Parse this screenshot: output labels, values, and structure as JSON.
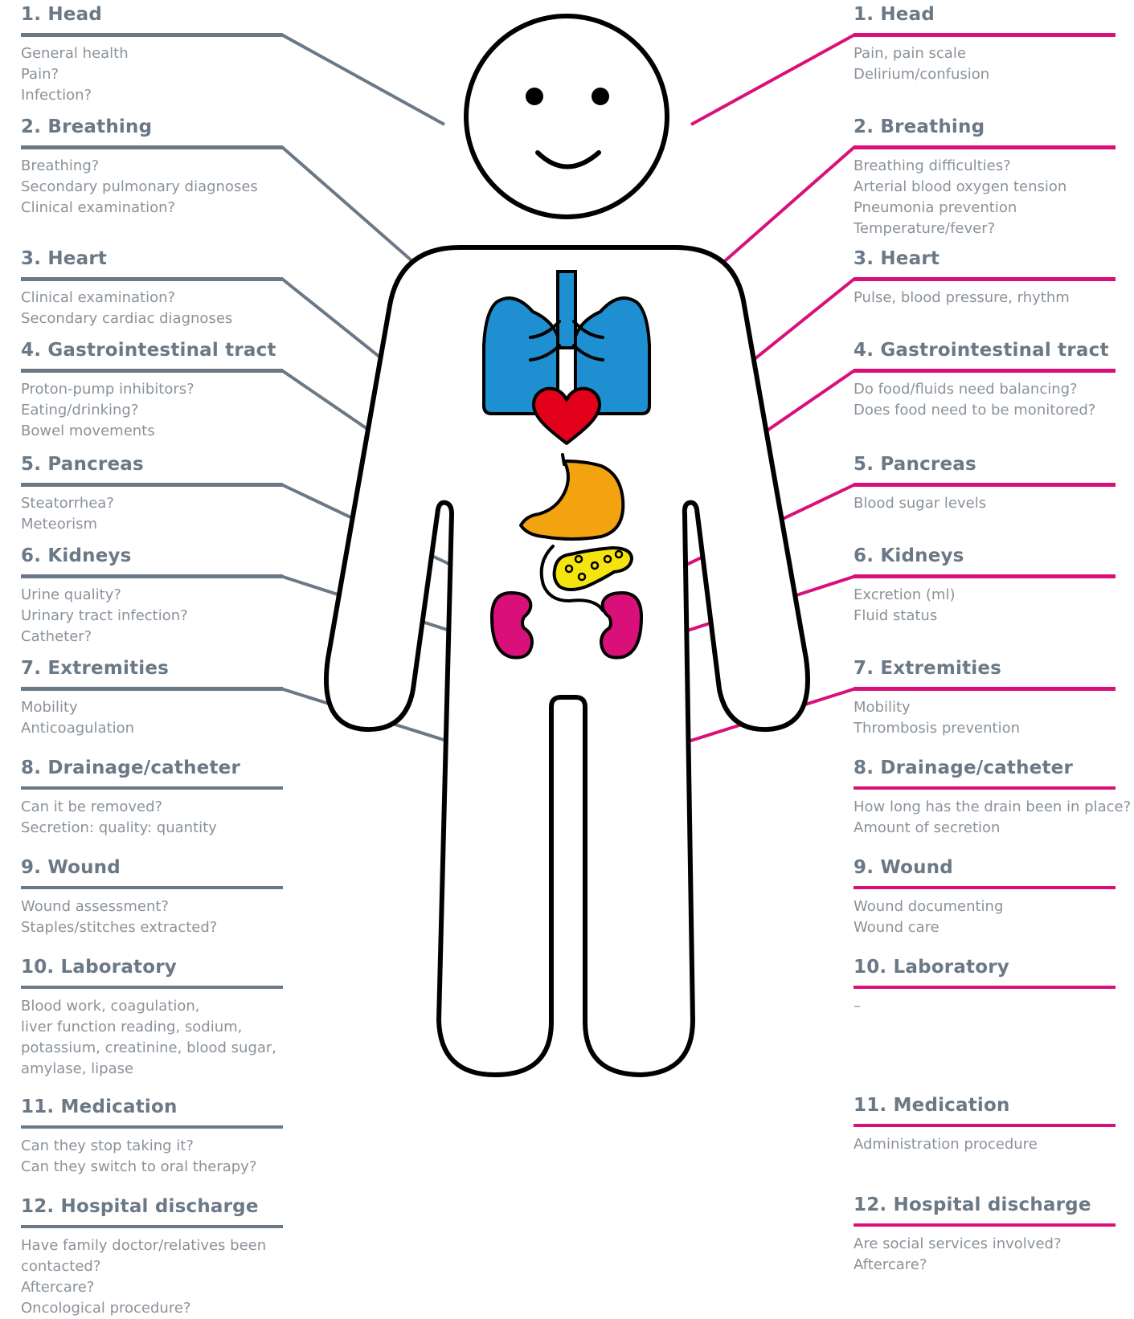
{
  "colors": {
    "left_accent": "#6b7886",
    "right_accent": "#d9107a",
    "lungs": "#1e8fd0",
    "heart": "#e2001a",
    "stomach": "#f2a30f",
    "pancreas": "#f5e50f",
    "kidneys": "#d9107a",
    "outline": "#000000",
    "body_text": "#8a929a"
  },
  "figure": {
    "icons": [
      "smiley-face-icon",
      "lungs-icon",
      "heart-icon",
      "stomach-icon",
      "pancreas-icon",
      "kidney-icon"
    ]
  },
  "left_sections": [
    {
      "title": "1. Head",
      "lines": [
        "General health",
        "Pain?",
        "Infection?"
      ]
    },
    {
      "title": "2. Breathing",
      "lines": [
        "Breathing?",
        "Secondary pulmonary diagnoses",
        "Clinical examination?"
      ]
    },
    {
      "title": "3. Heart",
      "lines": [
        "Clinical examination?",
        "Secondary cardiac diagnoses"
      ]
    },
    {
      "title": "4. Gastrointestinal tract",
      "lines": [
        "Proton-pump inhibitors?",
        "Eating/drinking?",
        "Bowel movements"
      ]
    },
    {
      "title": "5. Pancreas",
      "lines": [
        "Steatorrhea?",
        "Meteorism"
      ]
    },
    {
      "title": "6. Kidneys",
      "lines": [
        "Urine quality?",
        "Urinary tract infection?",
        "Catheter?"
      ]
    },
    {
      "title": "7. Extremities",
      "lines": [
        "Mobility",
        "Anticoagulation"
      ]
    },
    {
      "title": "8. Drainage/catheter",
      "lines": [
        "Can it be removed?",
        "Secretion: quality: quantity"
      ]
    },
    {
      "title": "9. Wound",
      "lines": [
        "Wound assessment?",
        "Staples/stitches extracted?"
      ]
    },
    {
      "title": "10. Laboratory",
      "lines": [
        "Blood work, coagulation,",
        "liver function reading, sodium,",
        "potassium, creatinine, blood sugar,",
        "amylase, lipase"
      ]
    },
    {
      "title": "11. Medication",
      "lines": [
        "Can they stop taking it?",
        "Can they switch to oral therapy?"
      ]
    },
    {
      "title": "12. Hospital discharge",
      "lines": [
        "Have family doctor/relatives been",
        "contacted?",
        "Aftercare?",
        "Oncological procedure?"
      ]
    }
  ],
  "right_sections": [
    {
      "title": "1. Head",
      "lines": [
        "Pain, pain scale",
        "Delirium/confusion"
      ]
    },
    {
      "title": "2. Breathing",
      "lines": [
        "Breathing difficulties?",
        "Arterial blood oxygen tension",
        "Pneumonia prevention",
        "Temperature/fever?"
      ]
    },
    {
      "title": "3. Heart",
      "lines": [
        "Pulse, blood pressure, rhythm"
      ]
    },
    {
      "title": "4. Gastrointestinal tract",
      "lines": [
        "Do food/fluids need balancing?",
        "Does food need to be monitored?"
      ]
    },
    {
      "title": "5. Pancreas",
      "lines": [
        "Blood sugar levels"
      ]
    },
    {
      "title": "6. Kidneys",
      "lines": [
        "Excretion (ml)",
        "Fluid status"
      ]
    },
    {
      "title": "7. Extremities",
      "lines": [
        "Mobility",
        "Thrombosis prevention"
      ]
    },
    {
      "title": "8. Drainage/catheter",
      "lines": [
        "How long has the drain been in place?",
        "Amount of secretion"
      ]
    },
    {
      "title": "9. Wound",
      "lines": [
        "Wound documenting",
        "Wound care"
      ]
    },
    {
      "title": "10. Laboratory",
      "lines": [
        "–"
      ]
    },
    {
      "title": "11. Medication",
      "lines": [
        "Administration procedure"
      ]
    },
    {
      "title": "12. Hospital discharge",
      "lines": [
        "Are social services involved?",
        "Aftercare?"
      ]
    }
  ]
}
